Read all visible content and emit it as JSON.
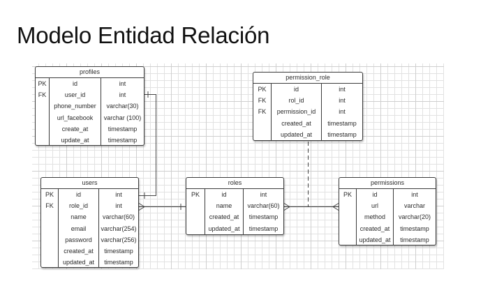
{
  "title": "Modelo Entidad Relación",
  "entities": {
    "profiles": {
      "name": "profiles",
      "rows": [
        {
          "key": "PK",
          "name": "id",
          "type": "int"
        },
        {
          "key": "FK",
          "name": "user_id",
          "type": "int"
        },
        {
          "key": "",
          "name": "phone_number",
          "type": "varchar(30)"
        },
        {
          "key": "",
          "name": "url_facebook",
          "type": "varchar (100)"
        },
        {
          "key": "",
          "name": "create_at",
          "type": "timestamp"
        },
        {
          "key": "",
          "name": "update_at",
          "type": "timestamp"
        }
      ]
    },
    "permission_role": {
      "name": "permission_role",
      "rows": [
        {
          "key": "PK",
          "name": "id",
          "type": "int"
        },
        {
          "key": "FK",
          "name": "rol_id",
          "type": "int"
        },
        {
          "key": "FK",
          "name": "permission_id",
          "type": "int"
        },
        {
          "key": "",
          "name": "created_at",
          "type": "timestamp"
        },
        {
          "key": "",
          "name": "updated_at",
          "type": "timestamp"
        }
      ]
    },
    "users": {
      "name": "users",
      "rows": [
        {
          "key": "PK",
          "name": "id",
          "type": "int"
        },
        {
          "key": "FK",
          "name": "role_id",
          "type": "int"
        },
        {
          "key": "",
          "name": "name",
          "type": "varchar(60)"
        },
        {
          "key": "",
          "name": "email",
          "type": "varchar(254)"
        },
        {
          "key": "",
          "name": "password",
          "type": "varchar(256)"
        },
        {
          "key": "",
          "name": "created_at",
          "type": "timestamp"
        },
        {
          "key": "",
          "name": "updated_at",
          "type": "timestamp"
        }
      ]
    },
    "roles": {
      "name": "roles",
      "rows": [
        {
          "key": "PK",
          "name": "id",
          "type": "int"
        },
        {
          "key": "",
          "name": "name",
          "type": "varchar(60)"
        },
        {
          "key": "",
          "name": "created_at",
          "type": "timestamp"
        },
        {
          "key": "",
          "name": "updated_at",
          "type": "timestamp"
        }
      ]
    },
    "permissions": {
      "name": "permissions",
      "rows": [
        {
          "key": "PK",
          "name": "id",
          "type": "int"
        },
        {
          "key": "",
          "name": "url",
          "type": "varchar"
        },
        {
          "key": "",
          "name": "method",
          "type": "varchar(20)"
        },
        {
          "key": "",
          "name": "created_at",
          "type": "timestamp"
        },
        {
          "key": "",
          "name": "updated_at",
          "type": "timestamp"
        }
      ]
    }
  },
  "colors": {
    "line": "#444444",
    "border": "#3a3a3a",
    "grid_minor": "#e2e2e2",
    "grid_major": "#cfcfcf"
  }
}
